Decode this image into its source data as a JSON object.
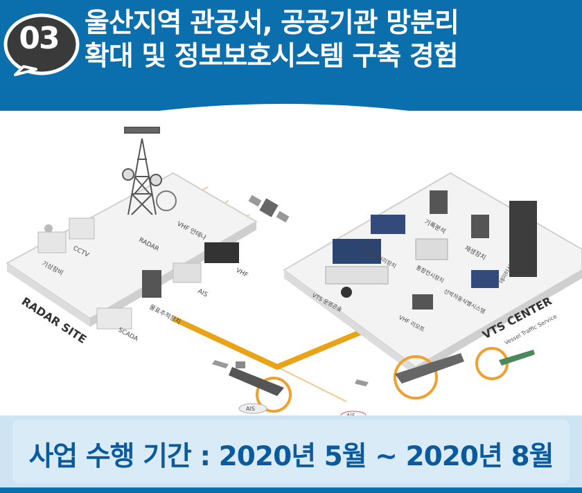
{
  "badge": {
    "number": "03"
  },
  "title": {
    "line1": "울산지역 관공서, 공공기관 망분리",
    "line2": "확대 및 정보보호시스템 구축 경험"
  },
  "diagram": {
    "radar_site": {
      "label": "RADAR SITE",
      "items": [
        "기상장비",
        "CCTV",
        "RADAR",
        "VHF 안테나",
        "VHF",
        "AIS",
        "물표추적장치",
        "SCADA"
      ]
    },
    "vts_center": {
      "label": "VTS CENTER",
      "sublabel": "Vessel Traffic Service",
      "items": [
        "기록분석",
        "재생장치",
        "관제정보처리장치",
        "통합전시장치",
        "VTS 운영콘솔",
        "선박자동식별시스템",
        "VHF 리모트",
        "데이터서버"
      ]
    },
    "sea": {
      "labels": [
        "AIS",
        "AIS"
      ]
    }
  },
  "footer": {
    "text": "사업 수행 기간 : 2020년 5월 ~ 2020년 8월"
  },
  "colors": {
    "header": "#0b6fae",
    "footer_text": "#0b5a9e",
    "footer_bg": "#d9ebf7",
    "link": "#e8a317",
    "accent_orange": "#f0a030"
  }
}
